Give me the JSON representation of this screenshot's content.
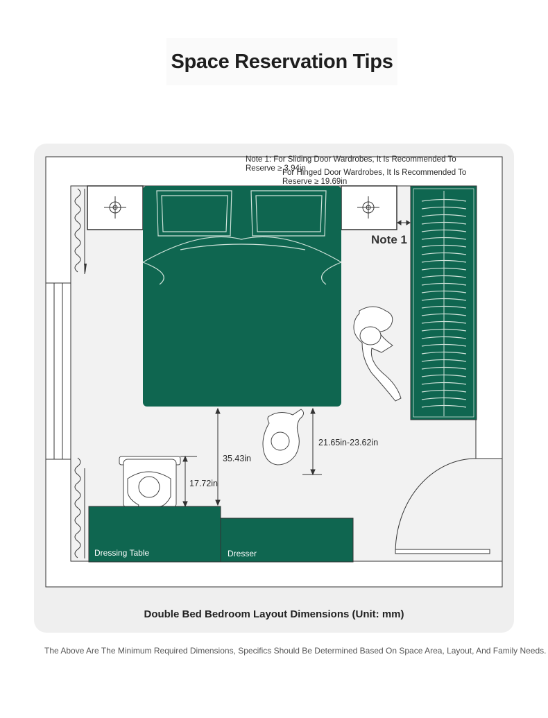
{
  "title": "Space Reservation Tips",
  "notes": {
    "sliding_line1": "Note 1: For Sliding Door Wardrobes, It Is Recommended To",
    "sliding_line2": "Reserve ≥ 3.94in",
    "hinged_line1": "For Hinged Door Wardrobes, It Is Recommended To",
    "hinged_line2": "Reserve ≥ 19.69in",
    "marker": "Note 1"
  },
  "dimensions": {
    "bed_to_furniture": "35.43in",
    "walkway": "21.65in-23.62in",
    "chair_clearance": "17.72in"
  },
  "furniture_labels": {
    "dressing_table": "Dressing Table",
    "dresser": "Dresser"
  },
  "caption": "Double Bed Bedroom Layout Dimensions (Unit: mm)",
  "footnote": "The Above Are The Minimum Required Dimensions, Specifics Should Be Determined Based On Space Area, Layout, And Family Needs.",
  "colors": {
    "furniture_green": "#0f6650",
    "card_bg": "#efefef",
    "floor": "#f2f2f2",
    "line": "#333333"
  }
}
